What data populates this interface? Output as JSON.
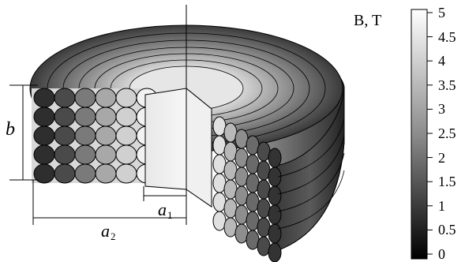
{
  "colorbar": {
    "unit_label": "B, T",
    "ticks": [
      "5",
      "4.5",
      "4",
      "3.5",
      "3",
      "2.5",
      "2",
      "1.5",
      "1",
      "0.5",
      "0"
    ],
    "min": 0,
    "max": 5,
    "color_low": "#000000",
    "color_high": "#ffffff"
  },
  "dimensions": {
    "b": "b",
    "a1_letter": "a",
    "a1_sub": "1",
    "a2_letter": "a",
    "a2_sub": "2"
  },
  "colors": {
    "outline": "#000000",
    "coil_dark": "#2a2a2a",
    "coil_mid": "#8a8a8a",
    "coil_light": "#f2f2f2",
    "bore": "#f4f4f4"
  }
}
